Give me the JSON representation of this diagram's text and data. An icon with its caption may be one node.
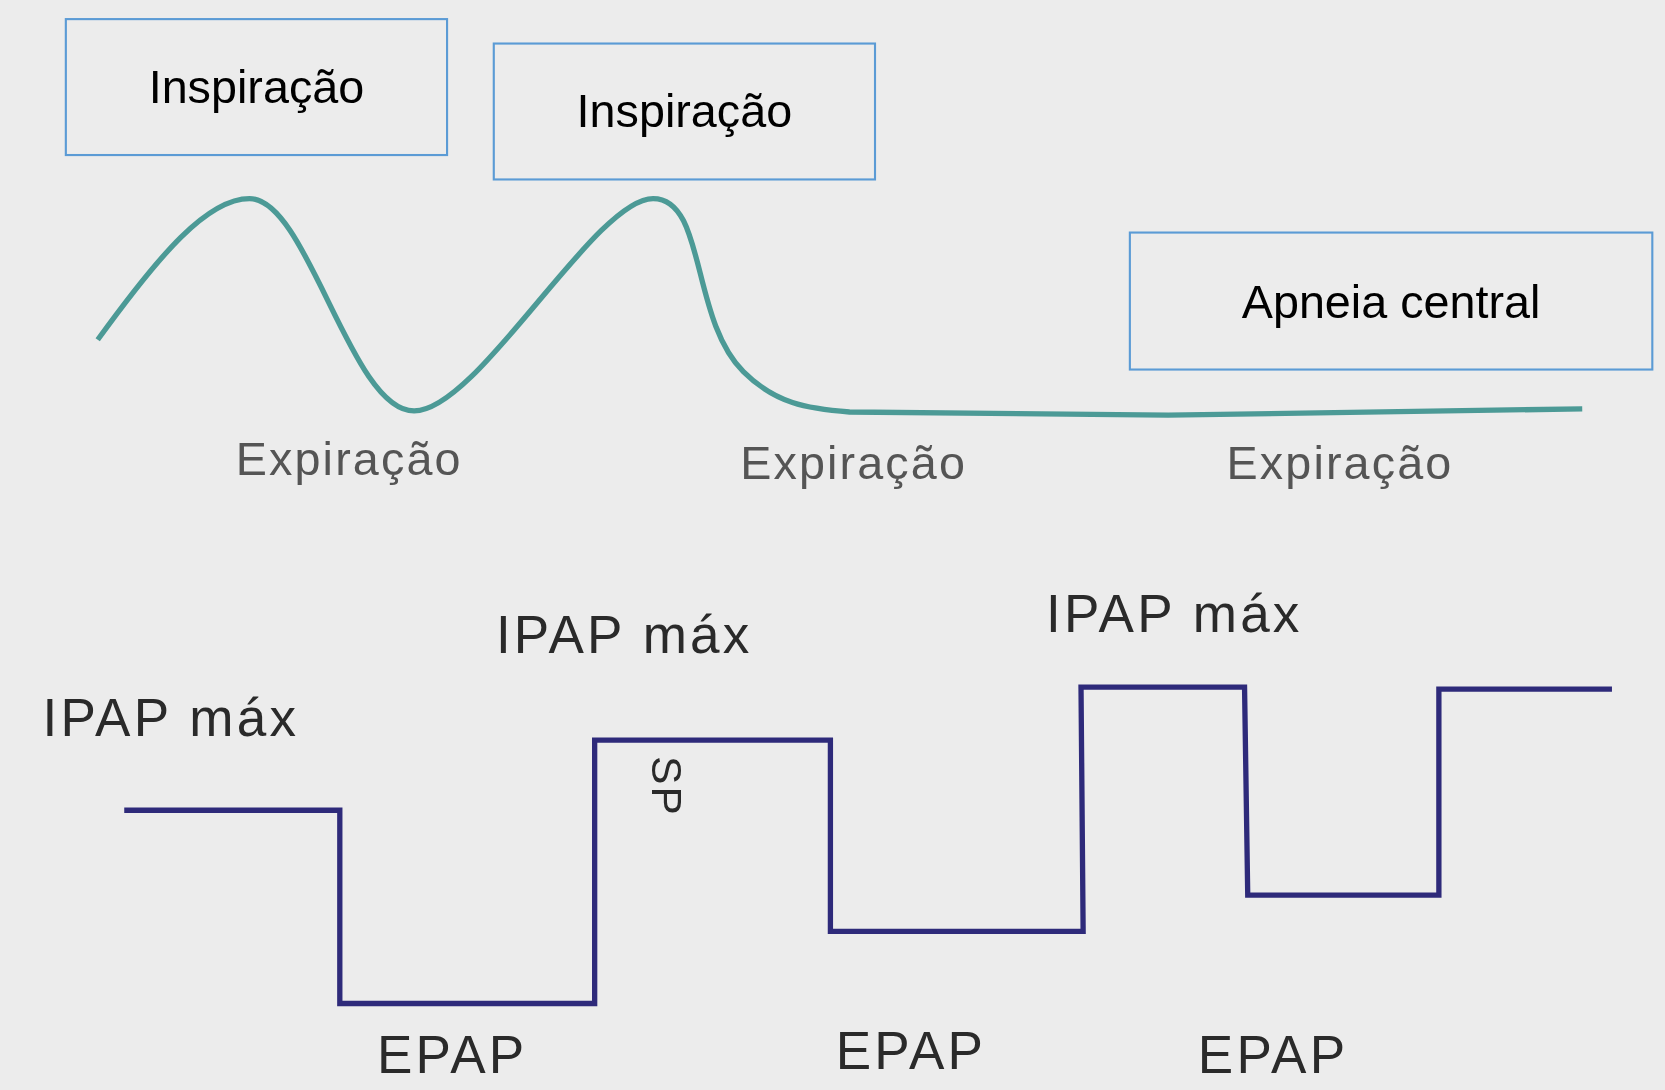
{
  "diagram": {
    "nodes": [
      {
        "text": [
          "Inspiração"
        ]
      },
      {
        "text": [
          "Inspiração"
        ]
      },
      {
        "text": [
          "Apneia central"
        ]
      }
    ],
    "labels": [
      "Expiração",
      "Expiração",
      "Expiração",
      "IPAP máx",
      "IPAP máx",
      "IPAP máx",
      "SP",
      "EPAP",
      "EPAP",
      "EPAP"
    ]
  }
}
